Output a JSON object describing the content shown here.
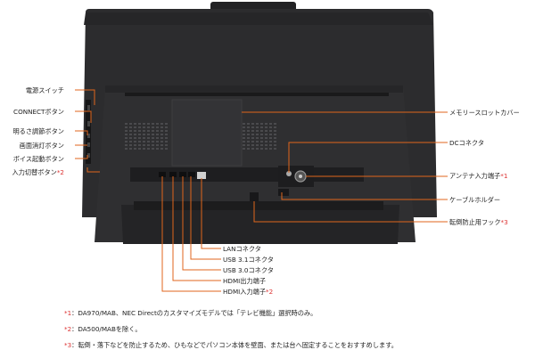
{
  "colors": {
    "callout": "#e0661c",
    "note_mark": "#d33333",
    "monitor_body": "#2a2a2c",
    "monitor_edge": "#1b1b1d"
  },
  "left_labels": [
    {
      "text": "電源スイッチ",
      "sup": ""
    },
    {
      "text": "CONNECTボタン",
      "sup": ""
    },
    {
      "text": "明るさ調節ボタン",
      "sup": ""
    },
    {
      "text": "画面消灯ボタン",
      "sup": ""
    },
    {
      "text": "ボイス起動ボタン",
      "sup": ""
    },
    {
      "text": "入力切替ボタン",
      "sup": "*2"
    }
  ],
  "right_labels": [
    {
      "text": "メモリースロットカバー",
      "sup": ""
    },
    {
      "text": "DCコネクタ",
      "sup": ""
    },
    {
      "text": "アンテナ入力端子",
      "sup": "*1"
    },
    {
      "text": "ケーブルホルダー",
      "sup": ""
    },
    {
      "text": "転倒防止用フック",
      "sup": "*3"
    }
  ],
  "bottom_labels": [
    {
      "text": "LANコネクタ",
      "sup": ""
    },
    {
      "text": "USB 3.1コネクタ",
      "sup": ""
    },
    {
      "text": "USB 3.0コネクタ",
      "sup": ""
    },
    {
      "text": "HDMI出力端子",
      "sup": ""
    },
    {
      "text": "HDMI入力端子",
      "sup": "*2"
    }
  ],
  "footnotes": [
    {
      "mark": "*1",
      "text": "：DA970/MAB、NEC Directのカスタマイズモデルでは「テレビ機能」選択時のみ。"
    },
    {
      "mark": "*2",
      "text": "：DA500/MABを除く。"
    },
    {
      "mark": "*3",
      "text": "：転倒・落下などを防止するため、ひもなどでパソコン本体を壁面、または台へ固定することをおすすめします。"
    }
  ]
}
